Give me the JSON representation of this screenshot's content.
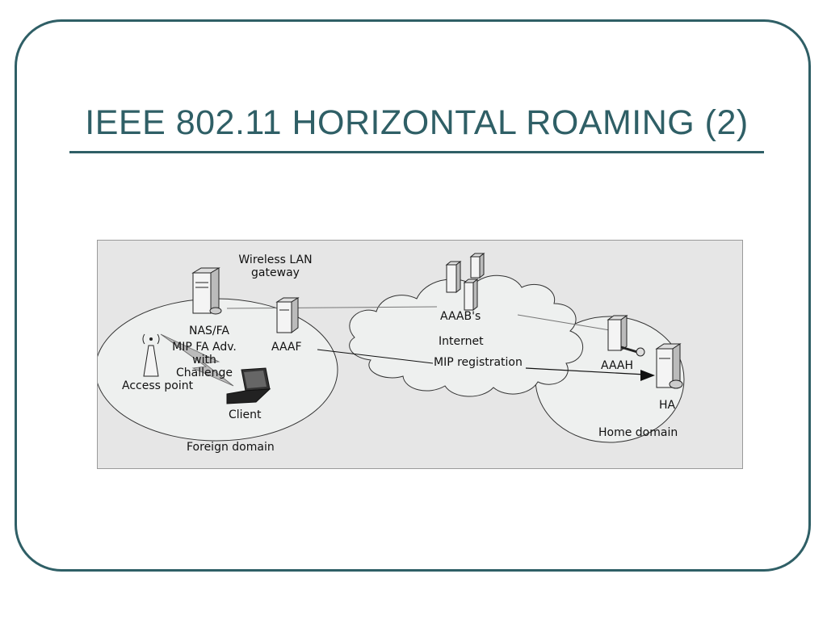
{
  "slide": {
    "title": "IEEE 802.11 HORIZONTAL ROAMING (2)"
  },
  "colors": {
    "accent": "#2f5f66",
    "diagram_bg": "#e6e6e6",
    "domain_fill": "#eef0ef"
  },
  "diagram": {
    "labels": {
      "wlan_gateway_line1": "Wireless LAN",
      "wlan_gateway_line2": "gateway",
      "nas_fa": "NAS/FA",
      "mip_fa_adv": "MIP FA Adv.",
      "with": "with",
      "challenge": "Challenge",
      "access_point": "Access point",
      "client": "Client",
      "aaaf": "AAAF",
      "foreign_domain": "Foreign domain",
      "aaabs": "AAAB's",
      "internet": "Internet",
      "mip_registration": "MIP registration",
      "aaah": "AAAH",
      "ha": "HA",
      "home_domain": "Home domain"
    },
    "icons": [
      "server-icon",
      "laptop-icon",
      "access-point-icon",
      "key-icon",
      "cloud-icon"
    ]
  }
}
